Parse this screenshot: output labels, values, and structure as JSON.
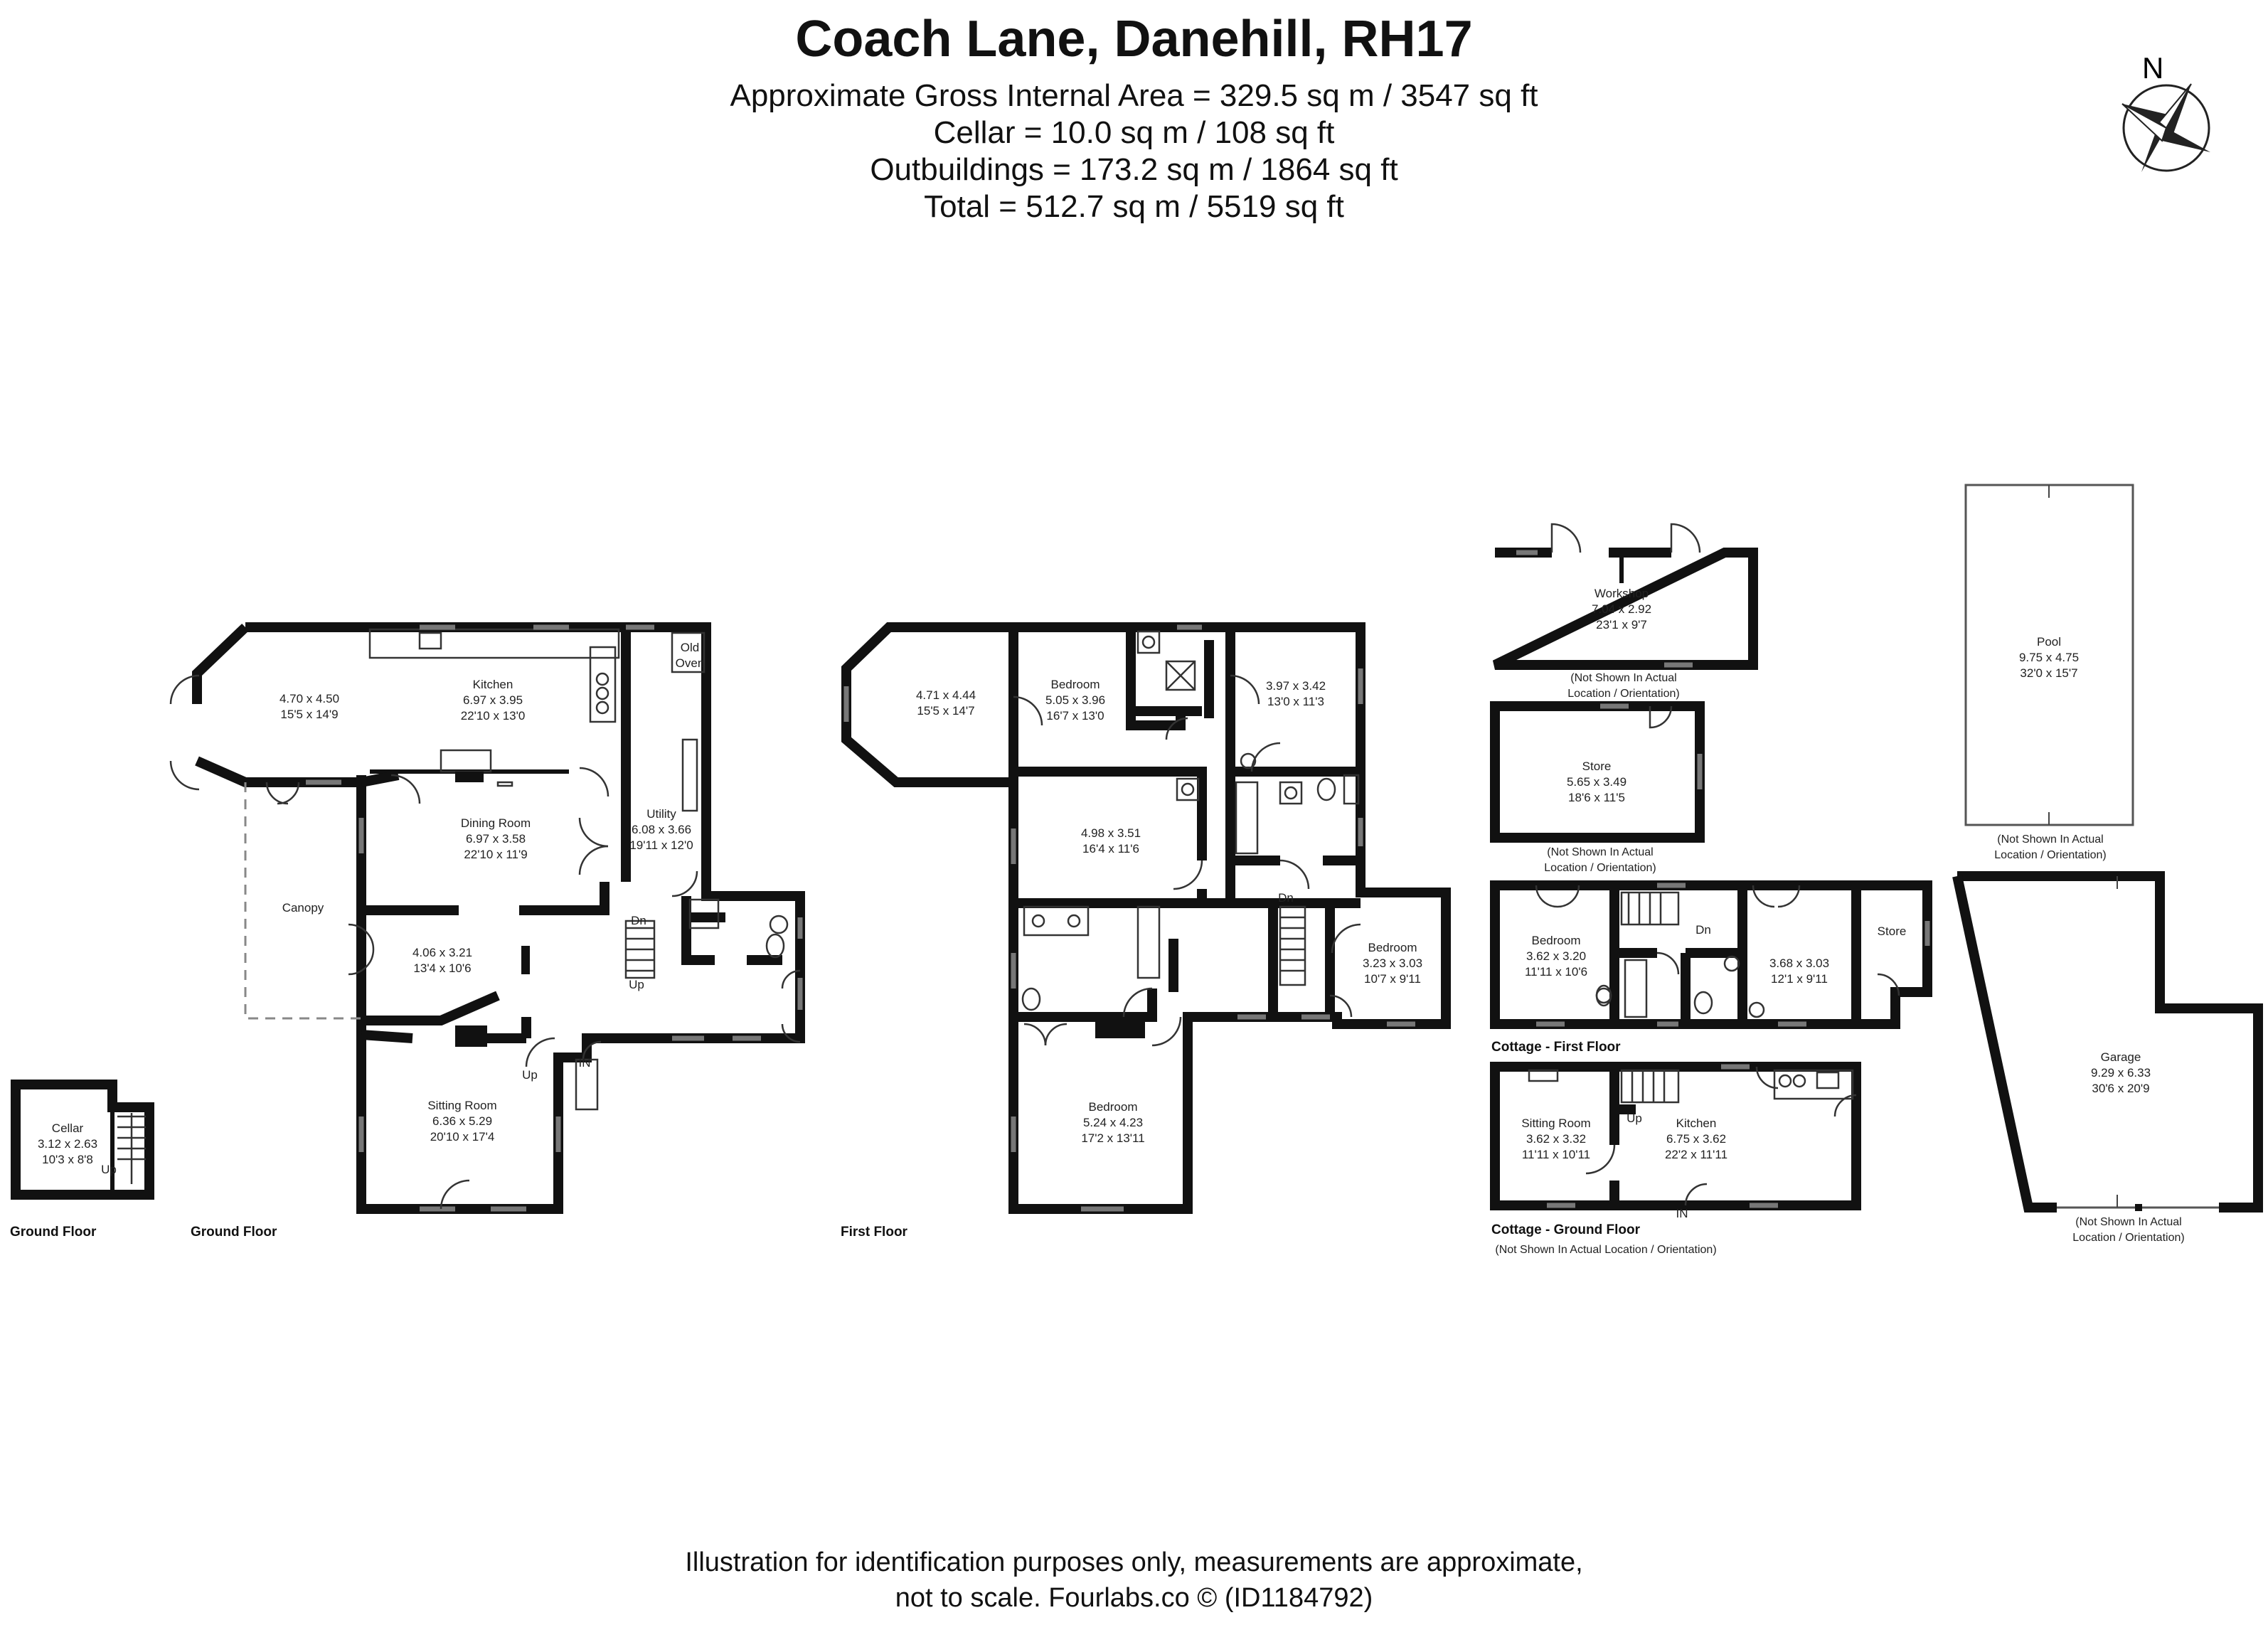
{
  "header": {
    "title": "Coach Lane, Danehill, RH17",
    "lines": [
      "Approximate Gross Internal Area = 329.5 sq m / 3547 sq ft",
      "Cellar  = 10.0 sq m / 108 sq ft",
      "Outbuildings = 173.2 sq m / 1864 sq ft",
      "Total = 512.7 sq m / 5519 sq ft"
    ]
  },
  "compass": {
    "label": "N"
  },
  "footer": {
    "line1": "Illustration for identification purposes only, measurements are approximate,",
    "line2": "not to scale. Fourlabs.co © (ID1184792)"
  },
  "floor_labels": {
    "cellar_ground": "Ground Floor",
    "main_ground": "Ground Floor",
    "first": "First Floor",
    "cottage_first": "Cottage - First Floor",
    "cottage_ground": "Cottage -  Ground Floor"
  },
  "notes": {
    "not_shown_single": "(Not Shown In Actual Location / Orientation)",
    "not_shown_line1": "(Not Shown In Actual",
    "not_shown_line2": "Location / Orientation)"
  },
  "labels": {
    "up": "Up",
    "dn": "Dn",
    "in": "IN",
    "old": "Old",
    "oven": "Oven"
  },
  "rooms": {
    "gf_garden": {
      "name": "",
      "metric": "4.70 x 4.50",
      "imperial": "15'5 x 14'9"
    },
    "kitchen": {
      "name": "Kitchen",
      "metric": "6.97 x 3.95",
      "imperial": "22'10 x 13'0"
    },
    "dining": {
      "name": "Dining Room",
      "metric": "6.97 x 3.58",
      "imperial": "22'10 x 11'9"
    },
    "utility": {
      "name": "Utility",
      "metric": "6.08 x 3.66",
      "imperial": "19'11 x 12'0"
    },
    "canopy": {
      "name": "Canopy"
    },
    "gf_study": {
      "name": "",
      "metric": "4.06 x 3.21",
      "imperial": "13'4 x 10'6"
    },
    "sitting": {
      "name": "Sitting Room",
      "metric": "6.36 x 5.29",
      "imperial": "20'10 x 17'4"
    },
    "cellar": {
      "name": "Cellar",
      "metric": "3.12 x 2.63",
      "imperial": "10'3 x 8'8"
    },
    "ff_bay": {
      "name": "",
      "metric": "4.71 x 4.44",
      "imperial": "15'5 x 14'7"
    },
    "ff_bed1": {
      "name": "Bedroom",
      "metric": "5.05 x 3.96",
      "imperial": "16'7 x 13'0"
    },
    "ff_corner": {
      "name": "",
      "metric": "3.97 x 3.42",
      "imperial": "13'0 x 11'3"
    },
    "ff_mid": {
      "name": "",
      "metric": "4.98 x 3.51",
      "imperial": "16'4 x 11'6"
    },
    "ff_bed_small": {
      "name": "Bedroom",
      "metric": "3.23 x 3.03",
      "imperial": "10'7 x 9'11"
    },
    "ff_bed_main": {
      "name": "Bedroom",
      "metric": "5.24 x 4.23",
      "imperial": "17'2 x 13'11"
    },
    "workshop": {
      "name": "Workshop",
      "metric": "7.04 x 2.92",
      "imperial": "23'1 x 9'7"
    },
    "store_big": {
      "name": "Store",
      "metric": "5.65 x 3.49",
      "imperial": "18'6 x 11'5"
    },
    "pool": {
      "name": "Pool",
      "metric": "9.75 x 4.75",
      "imperial": "32'0 x 15'7"
    },
    "cottage_bed1": {
      "name": "Bedroom",
      "metric": "3.62 x 3.20",
      "imperial": "11'11 x 10'6"
    },
    "cottage_bed2": {
      "name": "",
      "metric": "3.68 x 3.03",
      "imperial": "12'1 x 9'11"
    },
    "cottage_store": {
      "name": "Store"
    },
    "cottage_sitting": {
      "name": "Sitting Room",
      "metric": "3.62 x 3.32",
      "imperial": "11'11 x 10'11"
    },
    "cottage_kitchen": {
      "name": "Kitchen",
      "metric": "6.75 x 3.62",
      "imperial": "22'2 x 11'11"
    },
    "garage": {
      "name": "Garage",
      "metric": "9.29 x 6.33",
      "imperial": "30'6 x 20'9"
    }
  }
}
